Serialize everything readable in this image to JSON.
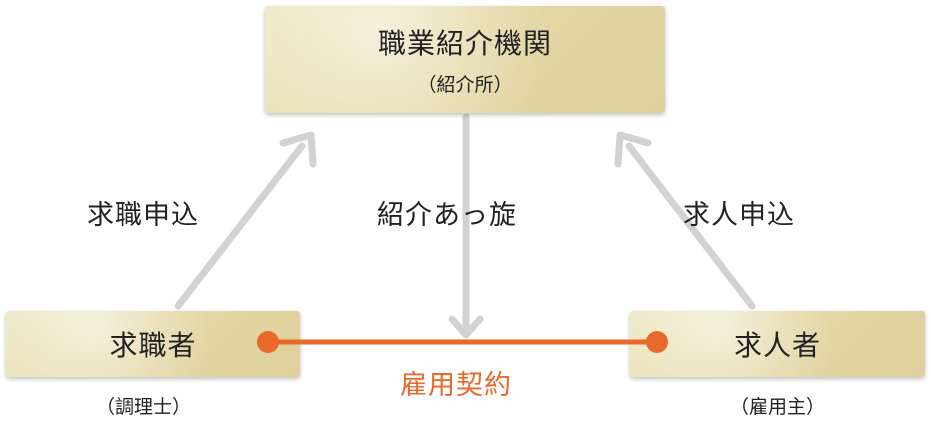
{
  "agency": {
    "title": "職業紹介機関",
    "sub": "（紹介所）"
  },
  "seeker": {
    "title": "求職者",
    "sub": "（調理士）"
  },
  "employer": {
    "title": "求人者",
    "sub": "（雇用主）"
  },
  "labels": {
    "job_application": "求職申込",
    "mediation": "紹介あっ旋",
    "job_offer": "求人申込",
    "contract": "雇用契約"
  },
  "colors": {
    "arrow": "#d2d2d2",
    "contract": "#e8692a",
    "box": "#e4d8a6"
  }
}
